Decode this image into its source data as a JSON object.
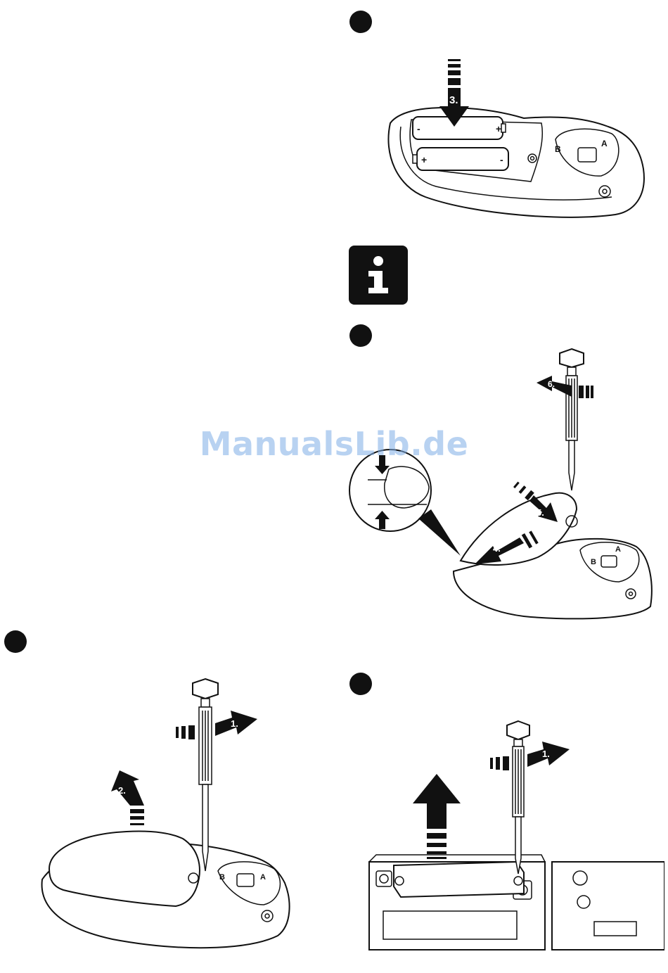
{
  "watermark": "ManualsLib.de",
  "figures": {
    "battery_insert": {
      "step_label": "3.",
      "battery_plus": "+",
      "battery_minus": "-",
      "label_a": "A",
      "label_b": "B"
    },
    "cover_close": {
      "step4_label": "4.",
      "step5_label": "5.",
      "step6_label": "6.",
      "label_a": "A",
      "label_b": "B"
    },
    "cover_open": {
      "step1_label": "1.",
      "step2_label": "2.",
      "label_a": "A",
      "label_b": "B"
    },
    "module_remove": {
      "step1_label": "1."
    }
  },
  "colors": {
    "ink": "#111111",
    "watermark": "#7faee6"
  },
  "icons": [
    "info-icon",
    "step-marker-dot"
  ]
}
